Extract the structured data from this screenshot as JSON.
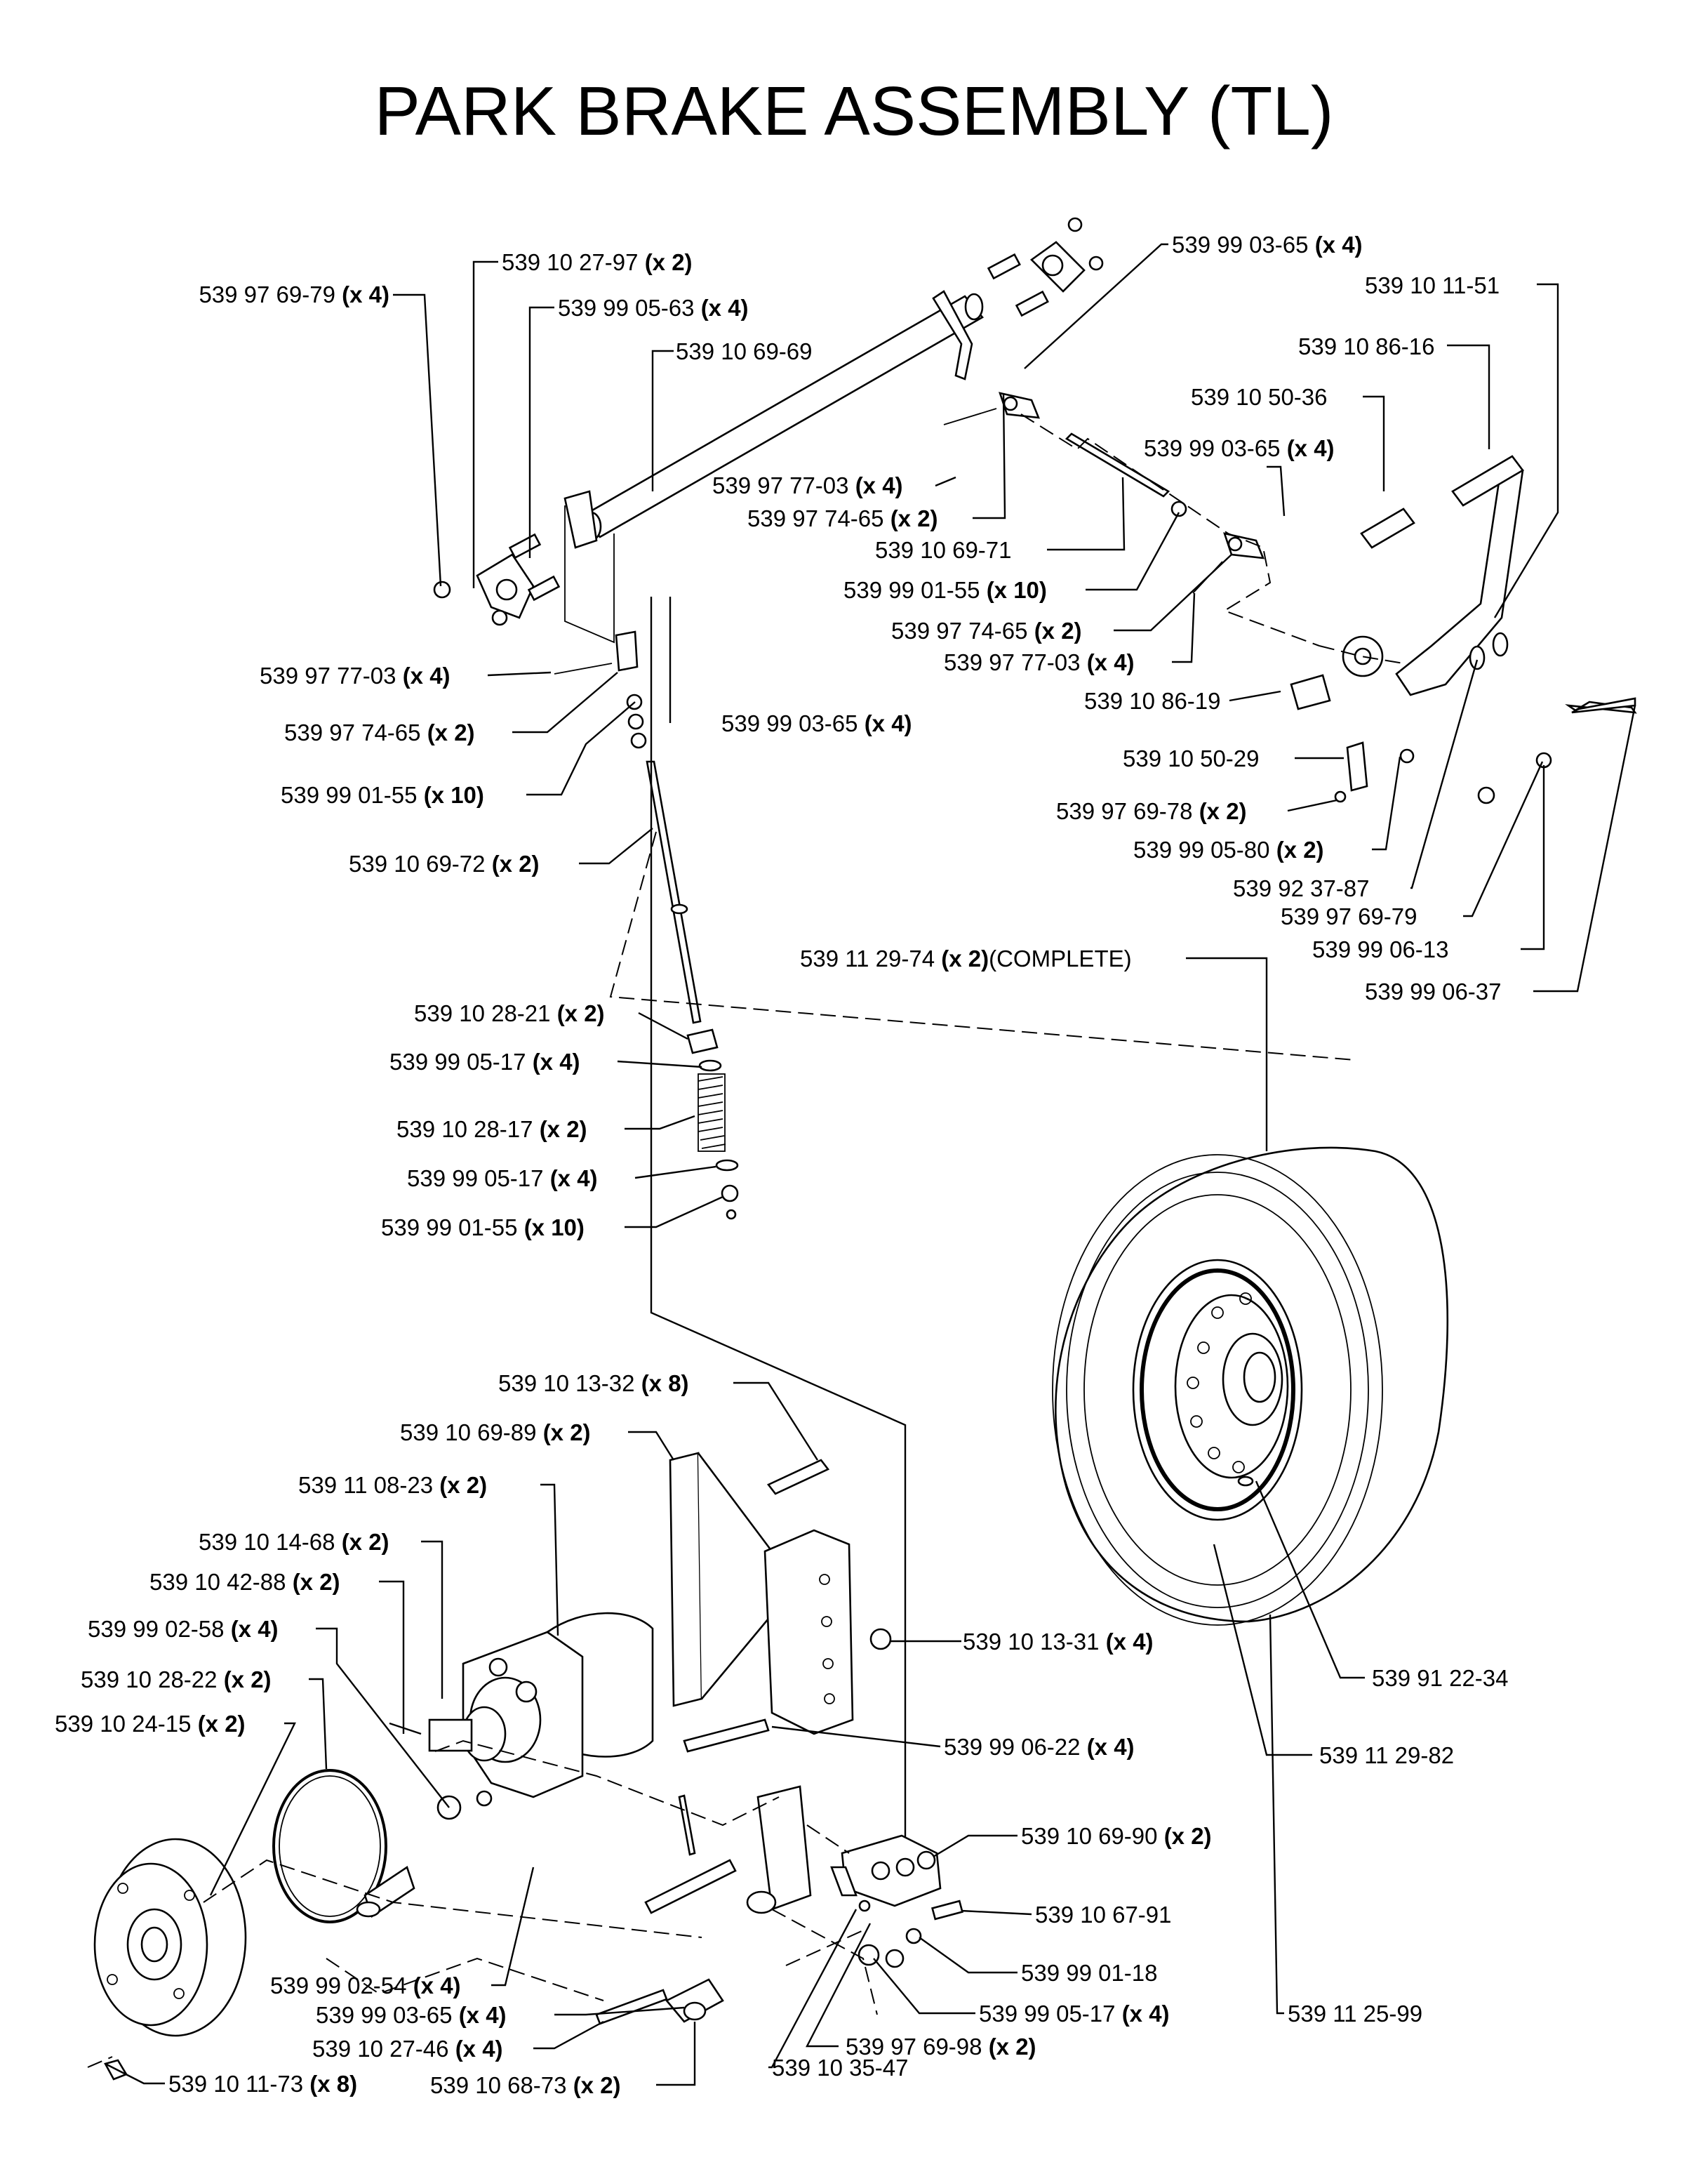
{
  "title": "PARK BRAKE ASSEMBLY (TL)",
  "callouts": [
    {
      "part": "539 10 27-97",
      "qty": "(x 2)"
    },
    {
      "part": "539 97 69-79",
      "qty": "(x 4)"
    },
    {
      "part": "539 99 05-63",
      "qty": "(x 4)"
    },
    {
      "part": "539 10 69-69",
      "qty": ""
    },
    {
      "part": "539 99 03-65",
      "qty": "(x 4)"
    },
    {
      "part": "539 10 11-51",
      "qty": ""
    },
    {
      "part": "539 10 86-16",
      "qty": ""
    },
    {
      "part": "539 10 50-36",
      "qty": ""
    },
    {
      "part": "539 99 03-65",
      "qty": "(x 4)"
    },
    {
      "part": "539 97 77-03",
      "qty": "(x 4)"
    },
    {
      "part": "539 97 74-65",
      "qty": "(x 2)"
    },
    {
      "part": "539 10 69-71",
      "qty": ""
    },
    {
      "part": "539 99 01-55",
      "qty": "(x 10)"
    },
    {
      "part": "539 97 74-65",
      "qty": "(x 2)"
    },
    {
      "part": "539 97 77-03",
      "qty": "(x 4)"
    },
    {
      "part": "539 97 77-03",
      "qty": "(x 4)"
    },
    {
      "part": "539 10 86-19",
      "qty": ""
    },
    {
      "part": "539 97 74-65",
      "qty": "(x 2)"
    },
    {
      "part": "539 99 03-65",
      "qty": "(x 4)"
    },
    {
      "part": "539 10 50-29",
      "qty": ""
    },
    {
      "part": "539 99 01-55",
      "qty": "(x 10)"
    },
    {
      "part": "539 97 69-78",
      "qty": "(x 2)"
    },
    {
      "part": "539 99 05-80",
      "qty": "(x 2)"
    },
    {
      "part": "539 10 69-72",
      "qty": "(x 2)"
    },
    {
      "part": "539 92 37-87",
      "qty": ""
    },
    {
      "part": "539 97 69-79",
      "qty": ""
    },
    {
      "part": "539 99 06-13",
      "qty": ""
    },
    {
      "part": "539 11 29-74",
      "qty": "(x 2)",
      "suffix": "(COMPLETE)"
    },
    {
      "part": "539 99 06-37",
      "qty": ""
    },
    {
      "part": "539 10 28-21",
      "qty": "(x 2)"
    },
    {
      "part": "539 99 05-17",
      "qty": "(x 4)"
    },
    {
      "part": "539 10 28-17",
      "qty": "(x 2)"
    },
    {
      "part": "539 99 05-17",
      "qty": "(x 4)"
    },
    {
      "part": "539 99 01-55",
      "qty": "(x 10)"
    },
    {
      "part": "539 10 13-32",
      "qty": "(x 8)"
    },
    {
      "part": "539 10 69-89",
      "qty": "(x 2)"
    },
    {
      "part": "539 11 08-23",
      "qty": "(x 2)"
    },
    {
      "part": "539 10 14-68",
      "qty": "(x 2)"
    },
    {
      "part": "539 10 42-88",
      "qty": "(x 2)"
    },
    {
      "part": "539 99 02-58",
      "qty": "(x 4)"
    },
    {
      "part": "539 10 28-22",
      "qty": "(x 2)"
    },
    {
      "part": "539 10 24-15",
      "qty": "(x 2)"
    },
    {
      "part": "539 10 13-31",
      "qty": "(x 4)"
    },
    {
      "part": "539 91 22-34",
      "qty": ""
    },
    {
      "part": "539 99 06-22",
      "qty": "(x 4)"
    },
    {
      "part": "539 11 29-82",
      "qty": ""
    },
    {
      "part": "539 10 69-90",
      "qty": "(x 2)"
    },
    {
      "part": "539 10 67-91",
      "qty": ""
    },
    {
      "part": "539 99 01-18",
      "qty": ""
    },
    {
      "part": "539 99 02-54",
      "qty": "(x 4)"
    },
    {
      "part": "539 99 03-65",
      "qty": "(x 4)"
    },
    {
      "part": "539 99 05-17",
      "qty": "(x 4)"
    },
    {
      "part": "539 11 25-99",
      "qty": ""
    },
    {
      "part": "539 10 27-46",
      "qty": "(x 4)"
    },
    {
      "part": "539 97 69-98",
      "qty": "(x 2)"
    },
    {
      "part": "539 10 35-47",
      "qty": ""
    },
    {
      "part": "539 10 11-73",
      "qty": "(x 8)"
    },
    {
      "part": "539 10 68-73",
      "qty": "(x 2)"
    }
  ]
}
